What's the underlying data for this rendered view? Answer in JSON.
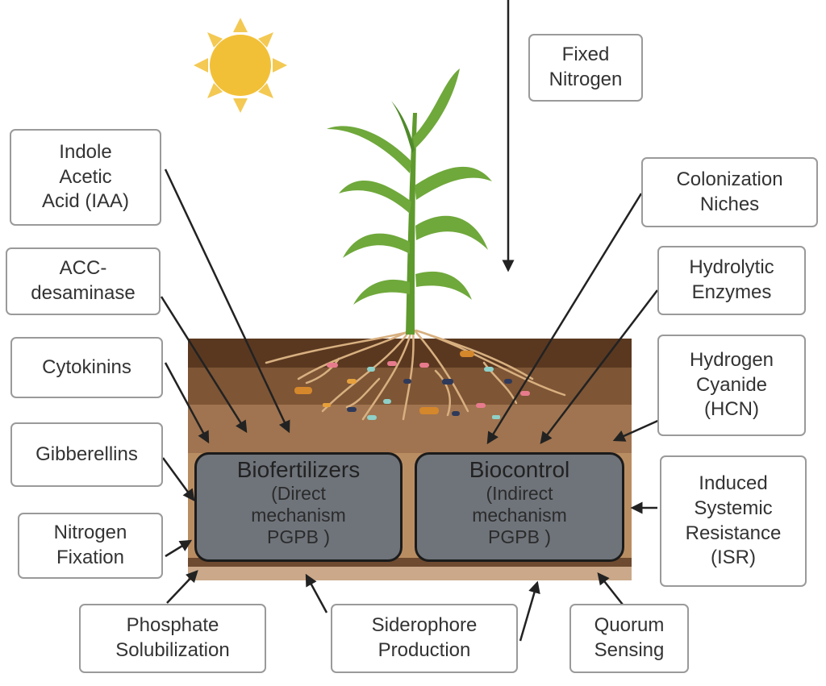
{
  "labels": {
    "fixed_nitrogen": [
      "Fixed",
      "Nitrogen"
    ],
    "iaa": [
      "Indole",
      "Acetic",
      "Acid (IAA)"
    ],
    "acc": [
      "ACC-",
      "desaminase"
    ],
    "cytokinins": [
      "Cytokinins"
    ],
    "gibberellins": [
      "Gibberellins"
    ],
    "nitrogen_fixation": [
      "Nitrogen",
      "Fixation"
    ],
    "phosphate": [
      "Phosphate",
      "Solubilization"
    ],
    "siderophore": [
      "Siderophore",
      "Production"
    ],
    "quorum": [
      "Quorum",
      "Sensing"
    ],
    "colonization": [
      "Colonization",
      "Niches"
    ],
    "hydrolytic": [
      "Hydrolytic",
      "Enzymes"
    ],
    "hcn": [
      "Hydrogen",
      "Cyanide",
      "(HCN)"
    ],
    "isr": [
      "Induced",
      "Systemic",
      "Resistance",
      "(ISR)"
    ]
  },
  "biofertilizers": {
    "title": "Biofertilizers",
    "lines": [
      "(Direct",
      "mechanism",
      "PGPB )"
    ]
  },
  "biocontrol": {
    "title": "Biocontrol",
    "lines": [
      "(Indirect",
      "mechanism",
      "PGPB )"
    ]
  },
  "colors": {
    "sun": "#f2c037",
    "leaf": "#6fa83b",
    "leaf_dark": "#4f8a2a",
    "soil_top": "#5e3a22",
    "soil_mid": "#8c6242",
    "soil_low": "#b7895c",
    "mechanism_box": "#6f747b",
    "arrow": "#222222"
  }
}
